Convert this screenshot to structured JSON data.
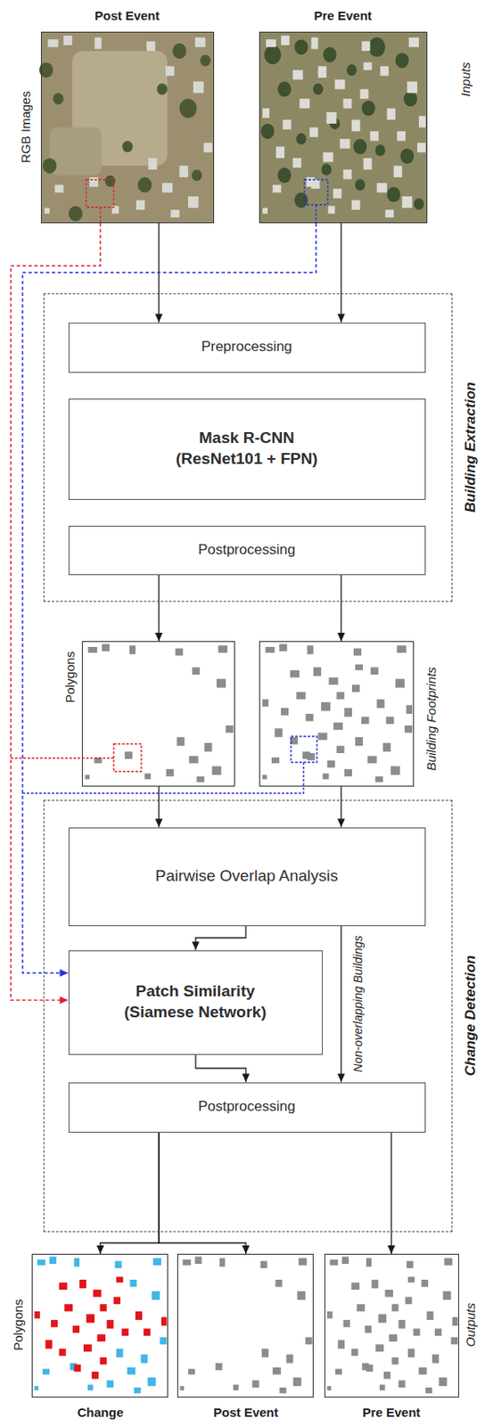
{
  "diagram": {
    "nodes": [
      {
        "text": [
          "Post Event",
          "RGB Images"
        ]
      },
      {
        "text": [
          "Pre Event",
          "Inputs"
        ]
      },
      {
        "text": [
          "Building Extraction"
        ]
      },
      {
        "text": [
          "Preprocessing"
        ],
        "in": 2
      },
      {
        "text": [
          "Mask R-CNN (ResNet101 + FPN)"
        ],
        "in": 2
      },
      {
        "text": [
          "Postprocessing"
        ],
        "in": 2
      },
      {
        "text": [
          "Polygons"
        ]
      },
      {
        "text": [
          "Building Footprints"
        ]
      },
      {
        "text": [
          "Change Detection"
        ]
      },
      {
        "text": [
          "Pairwise Overlap Analysis"
        ],
        "in": 8
      },
      {
        "text": [
          "Patch Similarity (Siamese Network)"
        ],
        "in": 8
      },
      {
        "text": [
          "Postprocessing"
        ],
        "in": 8
      },
      {
        "text": [
          "Change",
          "Polygons"
        ]
      },
      {
        "text": [
          "Post Event"
        ]
      },
      {
        "text": [
          "Pre Event",
          "Outputs"
        ]
      }
    ],
    "edges": [
      {
        "from": 0,
        "to": 3,
        "arrow": "to"
      },
      {
        "from": 1,
        "to": 3,
        "arrow": "to"
      },
      {
        "from": 5,
        "to": 6,
        "arrow": "to"
      },
      {
        "from": 5,
        "to": 7,
        "arrow": "to"
      },
      {
        "from": 0,
        "to": 10,
        "arrow": "to"
      },
      {
        "from": 1,
        "to": 10,
        "arrow": "to"
      },
      {
        "from": 6,
        "to": 9,
        "arrow": "to"
      },
      {
        "from": 7,
        "to": 9,
        "arrow": "to"
      },
      {
        "from": 9,
        "to": 10,
        "arrow": "to"
      },
      {
        "from": 9,
        "to": 11,
        "label": "Non-overlapping Buildings",
        "arrow": "to"
      },
      {
        "from": 10,
        "to": 11,
        "arrow": "to"
      },
      {
        "from": 11,
        "to": 12,
        "arrow": "to"
      },
      {
        "from": 11,
        "to": 13,
        "arrow": "to"
      },
      {
        "from": 11,
        "to": 14,
        "arrow": "to"
      }
    ]
  }
}
